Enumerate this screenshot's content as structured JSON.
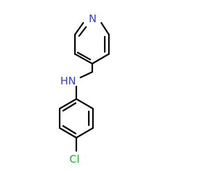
{
  "atoms": {
    "pyridine_nitrogen": "N",
    "amine_hydrogen_nitrogen": "HN",
    "chlorine": "Cl"
  },
  "colors": {
    "pyridine_nitrogen": "#2d3bd8",
    "amine_hydrogen_nitrogen": "#2d3bd8",
    "chlorine": "#22a533",
    "bond": "#000000",
    "background": "#ffffff"
  }
}
